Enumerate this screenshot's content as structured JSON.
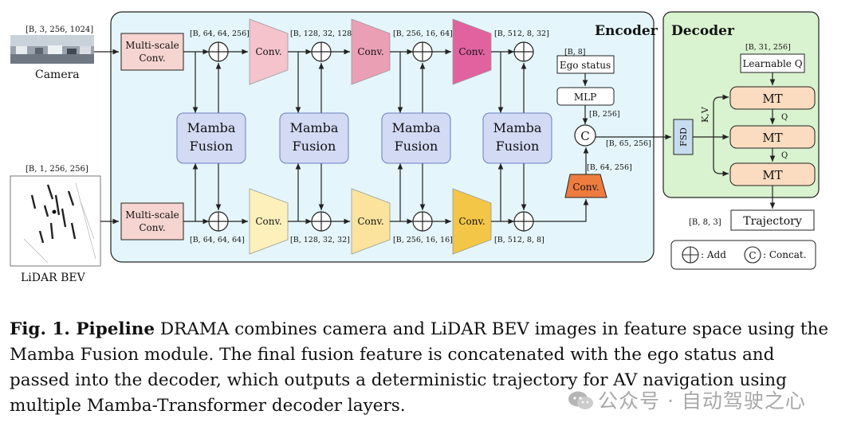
{
  "encoder": {
    "title": "Encoder"
  },
  "decoder": {
    "title": "Decoder"
  },
  "camera": {
    "label": "Camera",
    "shape": "[B, 3, 256, 1024]"
  },
  "lidar": {
    "label": "LiDAR BEV",
    "shape": "[B, 1, 256, 256]"
  },
  "multiscale": {
    "line1": "Multi-scale",
    "line2": "Conv."
  },
  "conv_label": "Conv.",
  "mamba": {
    "line1": "Mamba",
    "line2": "Fusion"
  },
  "cam_shapes": [
    "[B, 64, 64, 256]",
    "[B, 128, 32, 128]",
    "[B, 256, 16, 64]",
    "[B, 512, 8, 32]"
  ],
  "lid_shapes": [
    "[B, 64, 64, 64]",
    "[B, 128, 32, 32]",
    "[B, 256, 16, 16]",
    "[B, 512, 8, 8]"
  ],
  "ego": {
    "shape": "[B, 8]",
    "label": "Ego status",
    "mlp": "MLP",
    "mlp_out": "[B, 256]"
  },
  "concat": {
    "symbol": "C",
    "out_shape": "[B, 65, 256]",
    "conv_shape": "[B, 64, 256]"
  },
  "fsd": "FSD",
  "kv": "K,V",
  "learnable": {
    "shape": "[B, 31, 256]",
    "label": "Learnable Q"
  },
  "mt": "MT",
  "q": "Q",
  "trajectory": {
    "shape": "[B, 8, 3]",
    "label": "Trajectory"
  },
  "legend": {
    "add": ": Add",
    "concat_symbol": "C",
    "concat": ": Concat."
  },
  "caption": {
    "bold": "Fig. 1. Pipeline",
    "text": " DRAMA combines camera and LiDAR BEV images in feature space using the Mamba Fusion module. The final fusion feature is concatenated with the ego status and passed into the decoder, which outputs a deterministic trajectory for AV navigation using multiple Mamba-Transformer decoder layers."
  },
  "watermark": "公众号 · 自动驾驶之心",
  "colors": {
    "encoder_bg": "#e4f6fb",
    "decoder_bg": "#d9f2cf",
    "multiscale": "#f6d4d0",
    "mamba": "#d3daf4",
    "cam_convs": [
      "#f4c3cc",
      "#eb9fb4",
      "#e27aa9",
      "#e0629f"
    ],
    "lid_convs": [
      "#fdf0bb",
      "#fbe39d",
      "#f8d57a",
      "#f4c647"
    ],
    "orange_conv": "#ee7c3e",
    "mt": "#fbdcc0"
  }
}
